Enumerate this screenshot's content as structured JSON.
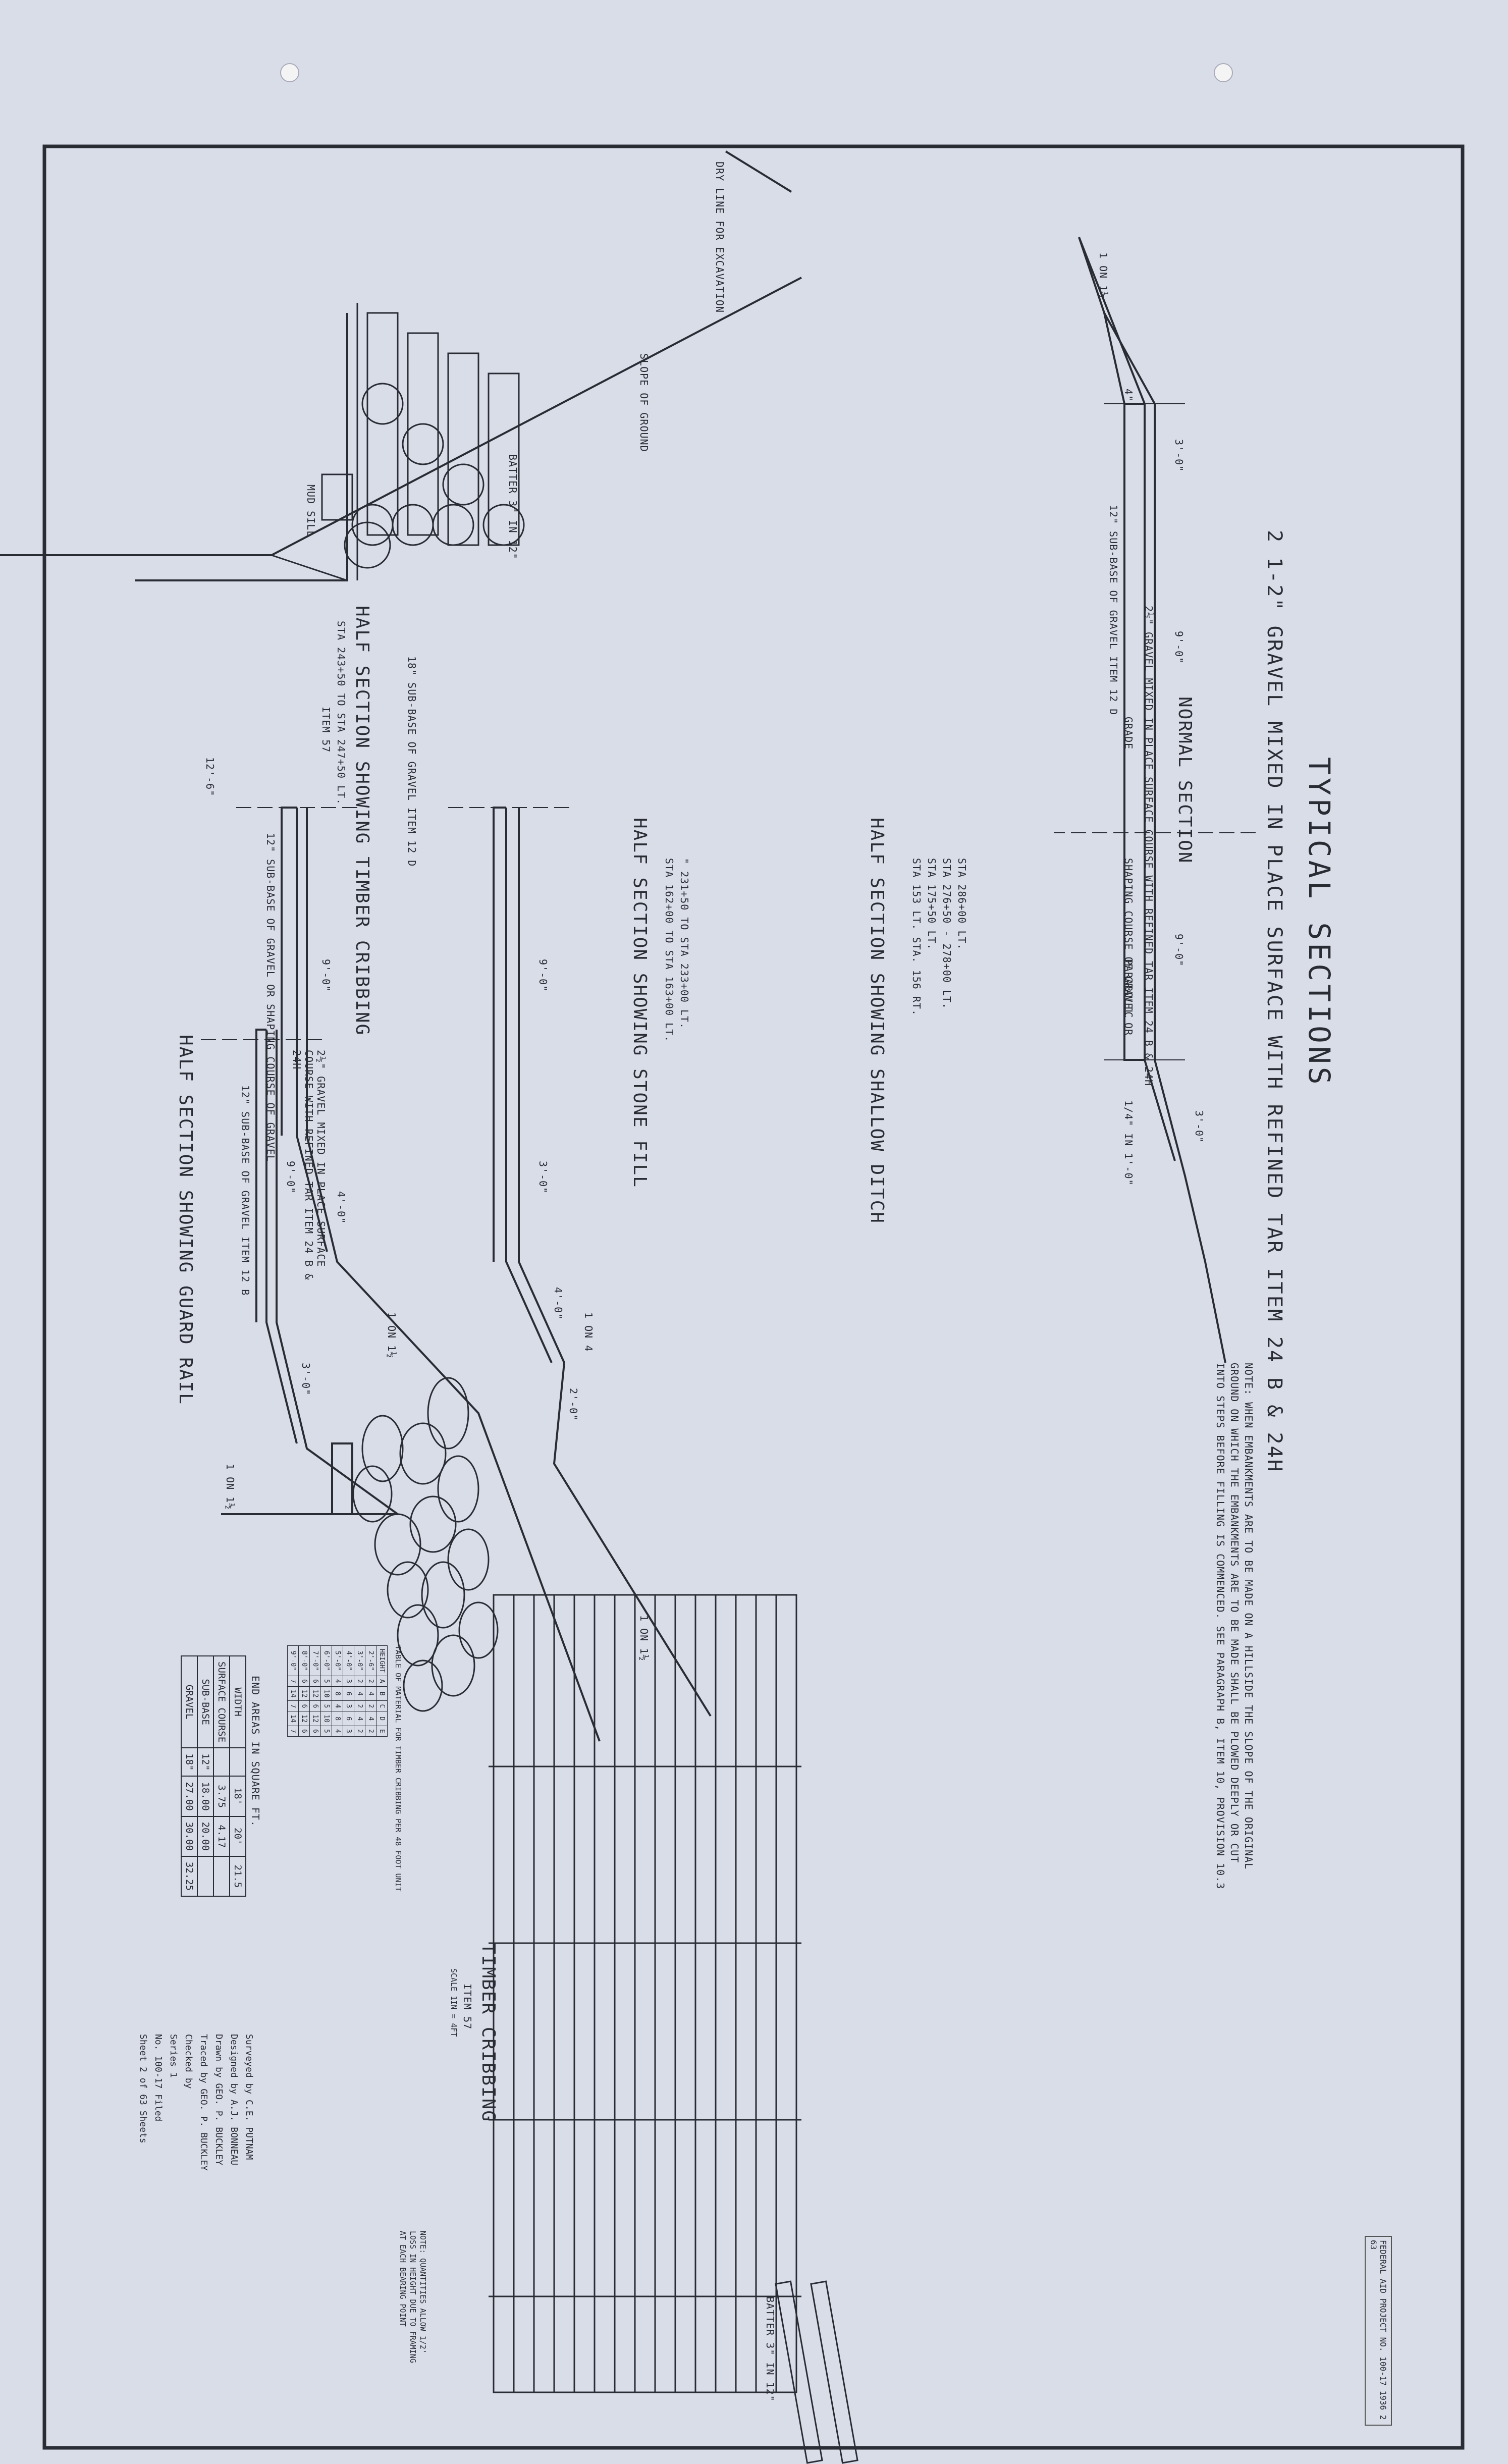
{
  "title": "TYPICAL SECTIONS",
  "subtitle": "2 1-2\" GRAVEL MIXED IN PLACE SURFACE WITH REFINED TAR ITEM 24 B & 24H",
  "normal_section": {
    "title": "NORMAL SECTION",
    "labels": [
      "9'-0\"",
      "9'-0\"",
      "3'-0\"",
      "3'-0\"",
      "4\"",
      "1/4\" IN 1'-0\"",
      "1 ON 1½",
      "2½\" GRAVEL MIXED IN PLACE SURFACE COURSE WITH REFINED TAR ITEM 24 B & 24H",
      "SHAPING COURSE OF GRAVEL OR",
      "12\" SUB-BASE OF GRAVEL ITEM 12 D",
      "PARABOLIC",
      "GRADE"
    ]
  },
  "note": "NOTE: WHEN EMBANKMENTS ARE TO BE MADE ON A HILLSIDE THE SLOPE OF THE ORIGINAL GROUND ON WHICH THE EMBANKMENTS ARE TO BE MADE SHALL BE PLOWED DEEPLY OR CUT INTO STEPS BEFORE FILLING IS COMMENCED. SEE PARAGRAPH B, ITEM 10, PROVISION 10.3",
  "shallow_ditch": {
    "title": "HALF SECTION SHOWING SHALLOW DITCH",
    "stations": [
      "STA 153 LT. STA. 156 RT.",
      "STA 175+50 LT.",
      "STA 276+50 - 278+00 LT.",
      "STA 286+00 LT."
    ],
    "labels": [
      "9'-0\"",
      "3'-0\"",
      "4'-0\"",
      "2'-0\"",
      "1 ON 1½",
      "1 ON 4"
    ]
  },
  "stone_fill": {
    "title": "HALF SECTION SHOWING STONE FILL",
    "stations": [
      "STA 162+00 TO STA 163+00 LT.",
      "\" 231+50 TO STA 233+00 LT."
    ],
    "labels": [
      "9'-0\"",
      "4'-0\"",
      "1 ON 1½",
      "12\" SUB-BASE OF GRAVEL OR SHAPING COURSE OF GRAVEL"
    ]
  },
  "timber_half": {
    "title": "HALF SECTION SHOWING TIMBER CRIBBING",
    "stations": [
      "STA 243+50 TO STA 247+50 LT."
    ],
    "item": "ITEM 57",
    "labels": [
      "12'-6\"",
      "DRY LINE FOR EXCAVATION",
      "MUD SILL",
      "BATTER 3\" IN 12\"",
      "18\" SUB-BASE OF GRAVEL ITEM 12 D",
      "SLOPE OF GROUND"
    ]
  },
  "guard_rail": {
    "title": "HALF SECTION SHOWING GUARD RAIL",
    "labels": [
      "9'-0\"",
      "3'-0\"",
      "1 ON 1½",
      "12\" SUB-BASE OF GRAVEL ITEM 12 B",
      "2½\" GRAVEL MIXED IN PLACE SURFACE COURSE WITH REFINED TAR ITEM 24 B & 24H"
    ]
  },
  "timber_cribbing_detail": {
    "title": "TIMBER CRIBBING",
    "item": "ITEM 57",
    "scale": "SCALE 1IN = 4FT",
    "batter": "BATTER 3\" IN 12\"",
    "note": "NOTE: QUANTITIES ALLOW 1/2' LOSS IN HEIGHT DUE TO FRAMING AT EACH BEARING POINT",
    "table_title": "TABLE OF MATERIAL FOR TIMBER CRIBBING PER 48 FOOT UNIT",
    "headers": [
      "HEIGHT",
      "A",
      "B",
      "C",
      "D",
      "E"
    ],
    "rows": [
      [
        "2'-6\"",
        "2",
        "4",
        "2",
        "4",
        "2"
      ],
      [
        "3'-0\"",
        "2",
        "4",
        "2",
        "4",
        "2"
      ],
      [
        "4'-0\"",
        "3",
        "6",
        "3",
        "6",
        "3"
      ],
      [
        "5'-0\"",
        "4",
        "8",
        "4",
        "8",
        "4"
      ],
      [
        "6'-0\"",
        "5",
        "10",
        "5",
        "10",
        "5"
      ],
      [
        "7'-0\"",
        "6",
        "12",
        "6",
        "12",
        "6"
      ],
      [
        "8'-0\"",
        "6",
        "12",
        "6",
        "12",
        "6"
      ],
      [
        "9'-0\"",
        "7",
        "14",
        "7",
        "14",
        "7"
      ]
    ]
  },
  "end_areas_table": {
    "title": "END AREAS IN SQUARE FT.",
    "rows": [
      [
        "WIDTH",
        "",
        "18'",
        "20'",
        "21.5"
      ],
      [
        "SURFACE COURSE",
        "",
        "3.75",
        "4.17",
        ""
      ],
      [
        "SUB-BASE",
        "12\"",
        "18.00",
        "20.00",
        ""
      ],
      [
        "GRAVEL",
        "18\"",
        "27.00",
        "30.00",
        "32.25"
      ]
    ]
  },
  "title_block": {
    "surveyed": "Surveyed by C.E. PUTNAM",
    "designed": "Designed by A.J. BONNEAU",
    "drawn": "Drawn by GEO. P. BUCKLEY",
    "traced": "Traced by GEO. P. BUCKLEY",
    "checked": "Checked by",
    "series": "Series 1",
    "file": "No. 100-17 Filed",
    "sheet": "Sheet 2 of 63 Sheets"
  },
  "stamp": "FEDERAL AID PROJECT NO. 100-17 1936 2 63"
}
